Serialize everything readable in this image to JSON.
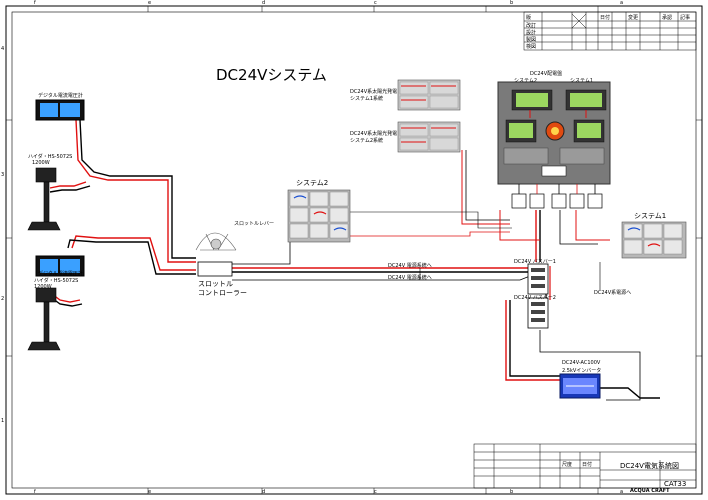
{
  "title": "DC24Vシステム",
  "labels": {
    "digital_meter_top": "デジタル電流電圧計",
    "motor_top_model": "ハイダ・HS-5072S",
    "motor_top_watt": "1200W",
    "digital_meter_bottom": "デジタル電流電圧計",
    "motor_bottom_model": "ハイダ・HS-5072S",
    "motor_bottom_watt": "1200W",
    "throttle_lever": "スロットルレバー",
    "throttle_controller_1": "スロットル",
    "throttle_controller_2": "コントローラー",
    "system2_group": "システム2",
    "system1_group": "システム1",
    "panel_group_title": "DC24V配電盤",
    "panel_system2": "システム2",
    "panel_system1": "システム1",
    "solar_system1": "DC24V系太陽光発電",
    "solar_system1_b": "システム1系統",
    "solar_system2": "DC24V系太陽光発電",
    "solar_system2_b": "システム2系統",
    "to_dc24v": "DC24V系電源へ",
    "inverter_title": "DC24V-AC100V",
    "inverter_sub": "2.5kVインバータ",
    "wire_note_1": "DC24V 電源系統へ",
    "wire_note_2": "DC24V 電源系統へ",
    "bus_label_1": "DC24V バスバー1",
    "bus_label_2": "DC24V バスバー2"
  },
  "title_block": {
    "drawing_name": "DC24V電気系統図",
    "drawing_no": "CAT33",
    "company": "ACQUA CRAFT",
    "scale_label": "尺度",
    "date_label": "日付"
  },
  "grid_letters_top": [
    "f",
    "e",
    "d",
    "c",
    "b",
    "a"
  ],
  "grid_letters_bottom": [
    "f",
    "e",
    "d",
    "c",
    "b",
    "a"
  ],
  "grid_numbers_left": [
    "4",
    "3",
    "2",
    "1"
  ],
  "revision_table_headers": [
    "版",
    "日付",
    "変更",
    "承認",
    "記事"
  ],
  "revision_rows": [
    "改訂",
    "設計",
    "製図",
    "検図"
  ],
  "colors": {
    "wire_red": "#e01010",
    "wire_black": "#000000",
    "panel_gray": "#b0b0b0",
    "panel_dark": "#6e6e6e",
    "meter_green": "#9cd860",
    "inverter_blue": "#1838b8"
  }
}
